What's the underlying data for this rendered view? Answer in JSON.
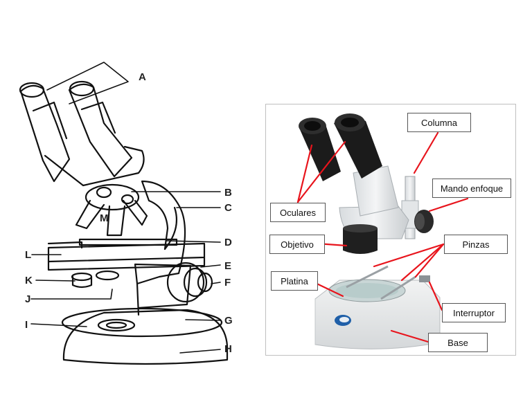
{
  "left_diagram": {
    "letters": [
      "A",
      "B",
      "C",
      "D",
      "E",
      "F",
      "G",
      "H",
      "I",
      "J",
      "K",
      "L",
      "M"
    ]
  },
  "right_photo": {
    "labels": {
      "columna": "Columna",
      "mando_enfoque": "Mando enfoque",
      "oculares": "Oculares",
      "objetivo": "Objetivo",
      "pinzas": "Pinzas",
      "platina": "Platina",
      "interruptor": "Interruptor",
      "base": "Base"
    },
    "leader_color": "#e8141c"
  }
}
